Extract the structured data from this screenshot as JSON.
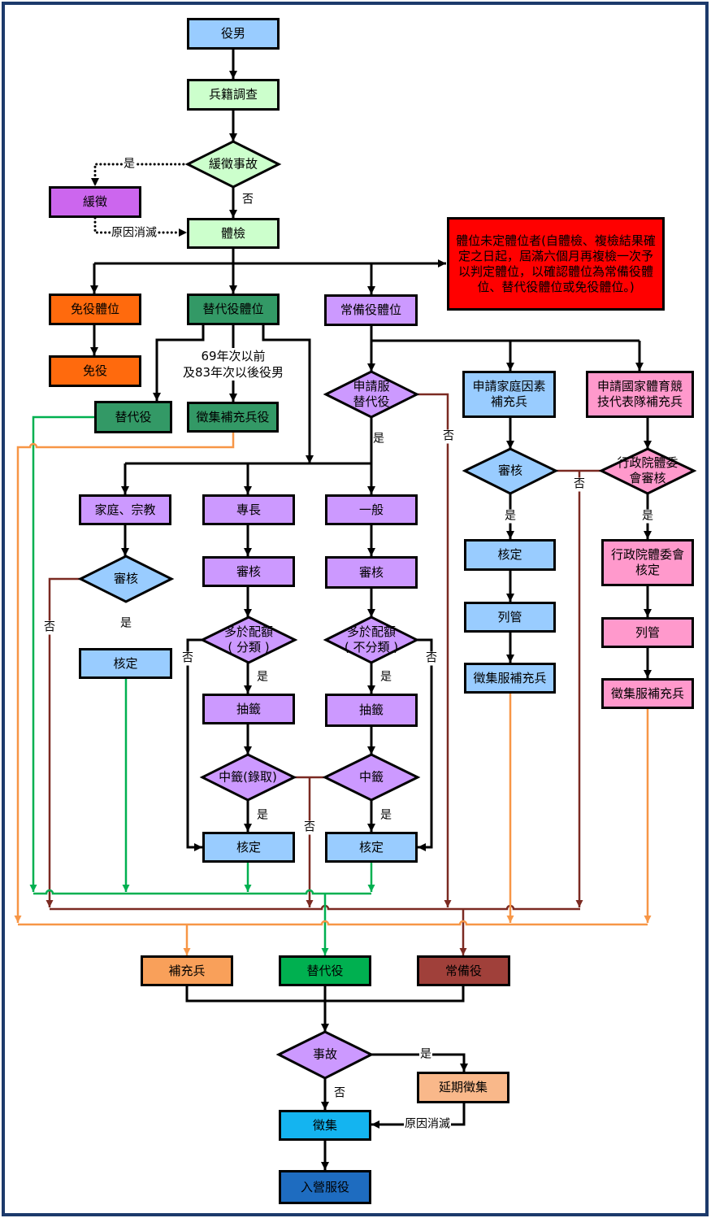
{
  "nodes": {
    "conscript": "役男",
    "registry_survey": "兵籍調查",
    "deferment_check": "緩徵事故",
    "deferment": "緩徵",
    "physical_exam": "體檢",
    "exempt_grade": "免役體位",
    "alt_service_grade": "替代役體位",
    "regular_grade": "常備役體位",
    "undetermined_note": "體位未定體位者(自體檢、複檢結果確定之日起，屆滿六個月再複檢一次予以判定體位，以確認體位為常備役體位、替代役體位或免役體位。)",
    "exempt": "免役",
    "alt_service": "替代役",
    "supp_draft_service": "徵集補充兵役",
    "birth_year_note": "69年次以前\n及83年次以後役男",
    "apply_alt_service": "申請服\n替代役",
    "apply_family_supp": "申請家庭因素\n補充兵",
    "apply_sports_supp": "申請國家體育競\n技代表隊補充兵",
    "family_religion": "家庭、宗教",
    "specialty": "專長",
    "general": "一般",
    "family_review": "審核",
    "specialty_review": "審核",
    "general_review": "審核",
    "quota_classified": "多於配額\n( 分類 )",
    "quota_unclassified": "多於配額\n( 不分類 )",
    "family_approve": "核定",
    "specialty_lottery": "抽籤",
    "general_lottery": "抽籤",
    "specialty_drawn": "中籤(錄取)",
    "general_drawn": "中籤",
    "specialty_approve": "核定",
    "general_approve": "核定",
    "family_supp_review": "審核",
    "sports_review": "行政院體委\n會審核",
    "family_supp_approve": "核定",
    "family_supp_list": "列管",
    "family_supp_draft": "徵集服補充兵",
    "sports_approve": "行政院體委會\n核定",
    "sports_list": "列管",
    "sports_draft": "徵集服補充兵",
    "final_supplementary": "補充兵",
    "final_alt_service": "替代役",
    "final_regular": "常備役",
    "incident": "事故",
    "postpone": "延期徵集",
    "draft": "徵集",
    "enlist": "入營服役"
  },
  "edge_labels": {
    "deferment_yes": "是",
    "deferment_no": "否",
    "deferment_resolved": "原因消滅",
    "apply_alt_yes": "是",
    "apply_alt_no": "否",
    "family_review_yes": "是",
    "family_review_no": "否",
    "quota_classified_no": "否",
    "quota_classified_yes": "是",
    "quota_unclassified_no": "否",
    "quota_unclassified_yes": "是",
    "specialty_drawn_yes": "是",
    "general_drawn_yes": "是",
    "drawn_no": "否",
    "family_supp_review_yes": "是",
    "sports_review_yes": "是",
    "supp_review_no": "否",
    "incident_yes": "是",
    "incident_no": "否",
    "postpone_resolved": "原因消滅"
  },
  "colors": {
    "frame": "#1c3a6b",
    "light_blue": "#99ccff",
    "light_green": "#ccffcc",
    "magenta": "#cc66ee",
    "orange": "#ff6a0d",
    "teal_green": "#339966",
    "lavender": "#cc99ff",
    "red": "#ff0000",
    "pink": "#ff99cc",
    "supp_orange": "#f9a05a",
    "alt_green": "#00b050",
    "regular_brown": "#a0403a",
    "peach": "#f9b88a",
    "cyan": "#14b4f0",
    "dark_blue": "#1e6cc0",
    "line_black": "#000000",
    "line_green": "#00b050",
    "line_brown": "#7b2a22",
    "line_orange": "#f79646"
  }
}
